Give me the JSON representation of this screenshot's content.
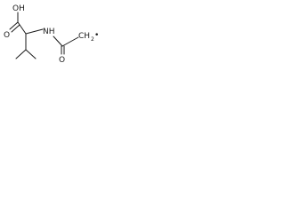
{
  "atoms": {
    "hydroxyl": "OH",
    "carboxyl_oxygen": "O",
    "amine": "NH",
    "carbonyl_oxygen": "O",
    "methylene": "CH",
    "methylene_subscript": "2",
    "radical": "•"
  },
  "colors": {
    "ink": "#1a1a1a",
    "background": "#ffffff"
  }
}
